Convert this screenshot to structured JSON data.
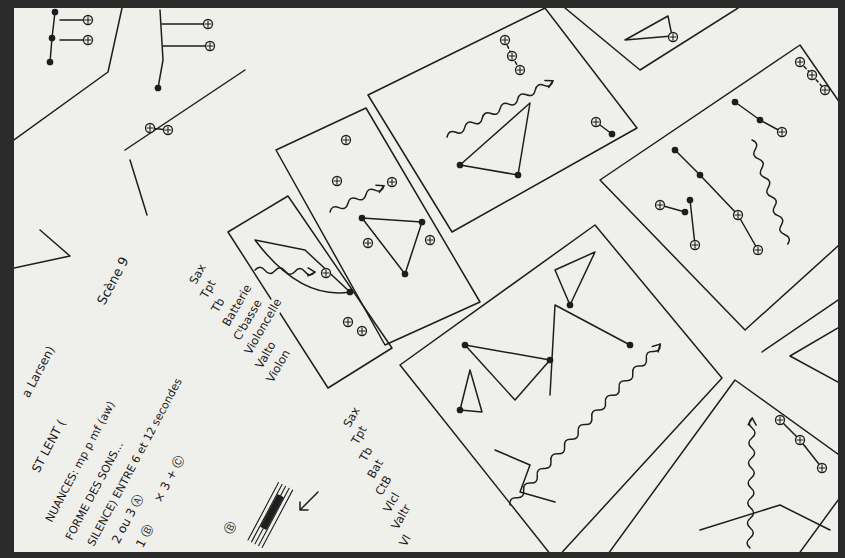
{
  "diagram": {
    "labels": [
      "Scène 9",
      "Sax",
      "Tpt",
      "Tb",
      "Batterie",
      "Cᵗbasse",
      "Violoncelle",
      "Valto",
      "Violon",
      "Sax",
      "Tpt",
      "Tb",
      "Bat",
      "CtB",
      "Vlcl",
      "Valtr",
      "Vl",
      "a Larsen)",
      "ST LENT (",
      "NUANCES: mp p mf (aw)",
      "FORME DES SONS...",
      "SILENCE) ENTRE 6 et 12 secondes",
      "2 ou 3 Ⓐ",
      "1 Ⓑ",
      "× 3 + Ⓒ",
      "Ⓑ"
    ]
  }
}
